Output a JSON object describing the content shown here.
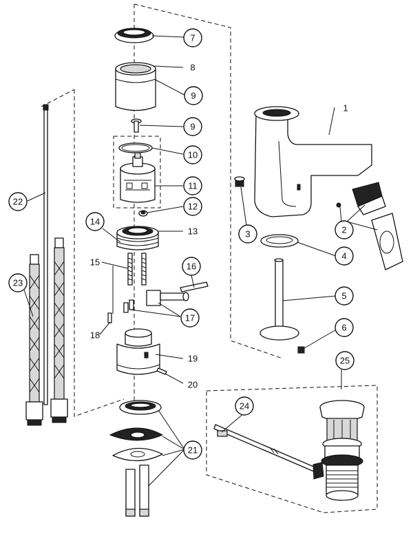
{
  "callouts": [
    {
      "id": "c1",
      "label": "1"
    },
    {
      "id": "c2",
      "label": "2"
    },
    {
      "id": "c3",
      "label": "3"
    },
    {
      "id": "c4",
      "label": "4"
    },
    {
      "id": "c5",
      "label": "5"
    },
    {
      "id": "c6",
      "label": "6"
    },
    {
      "id": "c7",
      "label": "7"
    },
    {
      "id": "c8",
      "label": "8"
    },
    {
      "id": "c9a",
      "label": "9"
    },
    {
      "id": "c9b",
      "label": "9"
    },
    {
      "id": "c10",
      "label": "10"
    },
    {
      "id": "c11",
      "label": "11"
    },
    {
      "id": "c12",
      "label": "12"
    },
    {
      "id": "c13",
      "label": "13"
    },
    {
      "id": "c14",
      "label": "14"
    },
    {
      "id": "c15",
      "label": "15"
    },
    {
      "id": "c16",
      "label": "16"
    },
    {
      "id": "c17",
      "label": "17"
    },
    {
      "id": "c18",
      "label": "18"
    },
    {
      "id": "c19",
      "label": "19"
    },
    {
      "id": "c20",
      "label": "20"
    },
    {
      "id": "c21",
      "label": "21"
    },
    {
      "id": "c22",
      "label": "22"
    },
    {
      "id": "c23",
      "label": "23"
    },
    {
      "id": "c24",
      "label": "24"
    },
    {
      "id": "c25",
      "label": "25"
    }
  ]
}
